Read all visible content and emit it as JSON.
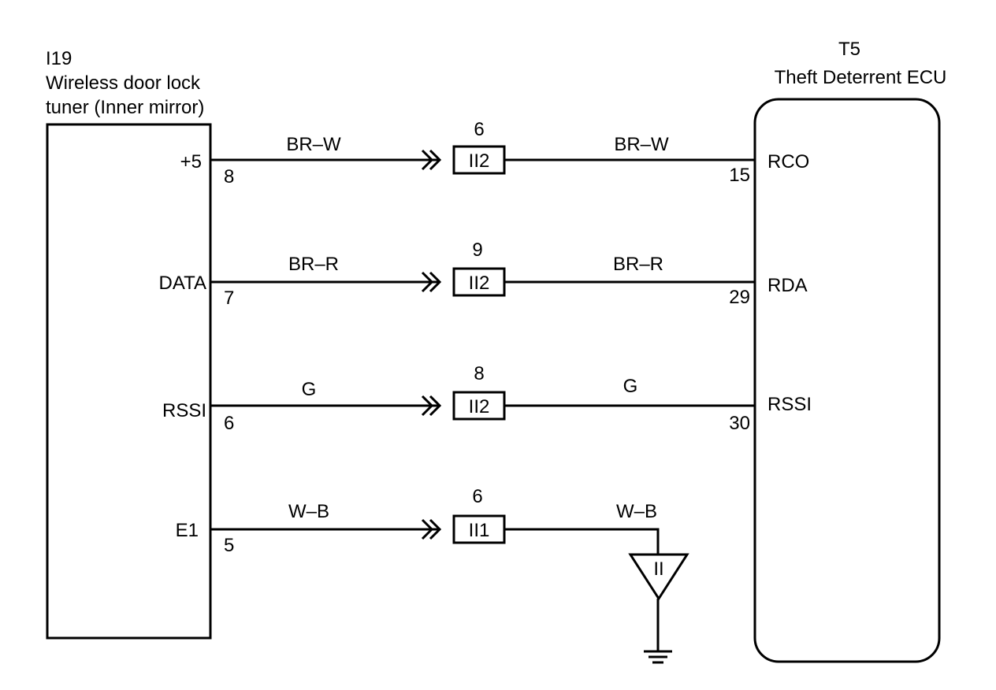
{
  "left_component": {
    "code": "I19",
    "name_line1": "Wireless door lock",
    "name_line2": "tuner (Inner mirror)"
  },
  "right_component": {
    "code": "T5",
    "name": "Theft Deterrent ECU"
  },
  "circuits": [
    {
      "left_terminal": "+5",
      "left_pin": "8",
      "wire_left": "BR–W",
      "connector_pin": "6",
      "connector": "II2",
      "wire_right": "BR–W",
      "right_pin": "15",
      "right_terminal": "RCO"
    },
    {
      "left_terminal": "DATA",
      "left_pin": "7",
      "wire_left": "BR–R",
      "connector_pin": "9",
      "connector": "II2",
      "wire_right": "BR–R",
      "right_pin": "29",
      "right_terminal": "RDA"
    },
    {
      "left_terminal": "RSSI",
      "left_pin": "6",
      "wire_left": "G",
      "connector_pin": "8",
      "connector": "II2",
      "wire_right": "G",
      "right_pin": "30",
      "right_terminal": "RSSI"
    },
    {
      "left_terminal": "E1",
      "left_pin": "5",
      "wire_left": "W–B",
      "connector_pin": "6",
      "connector": "II1",
      "wire_right": "W–B"
    }
  ],
  "ground": {
    "label": "II"
  }
}
